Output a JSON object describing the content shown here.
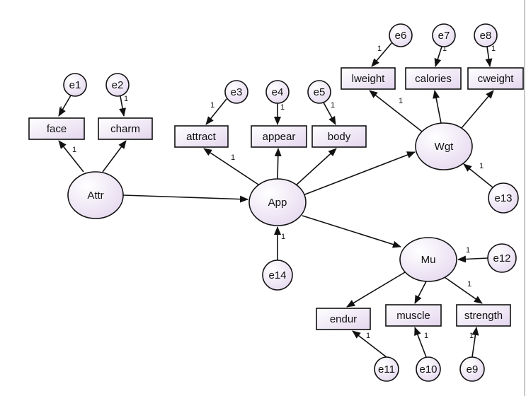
{
  "colors": {
    "node_fill_light": "#ffffff",
    "node_fill_dark": "#e3d6ee",
    "stroke": "#111111",
    "right_border": "#c9c9c9"
  },
  "edge_weight_label": "1",
  "latent": {
    "attr": "Attr",
    "app": "App",
    "wgt": "Wgt",
    "mu": "Mu"
  },
  "observed": {
    "face": "face",
    "charm": "charm",
    "attract": "attract",
    "appear": "appear",
    "body": "body",
    "lweight": "lweight",
    "calories": "calories",
    "cweight": "cweight",
    "endur": "endur",
    "muscle": "muscle",
    "strength": "strength"
  },
  "errors": {
    "e1": "e1",
    "e2": "e2",
    "e3": "e3",
    "e4": "e4",
    "e5": "e5",
    "e6": "e6",
    "e7": "e7",
    "e8": "e8",
    "e9": "e9",
    "e10": "e10",
    "e11": "e11",
    "e12": "e12",
    "e13": "e13",
    "e14": "e14"
  }
}
